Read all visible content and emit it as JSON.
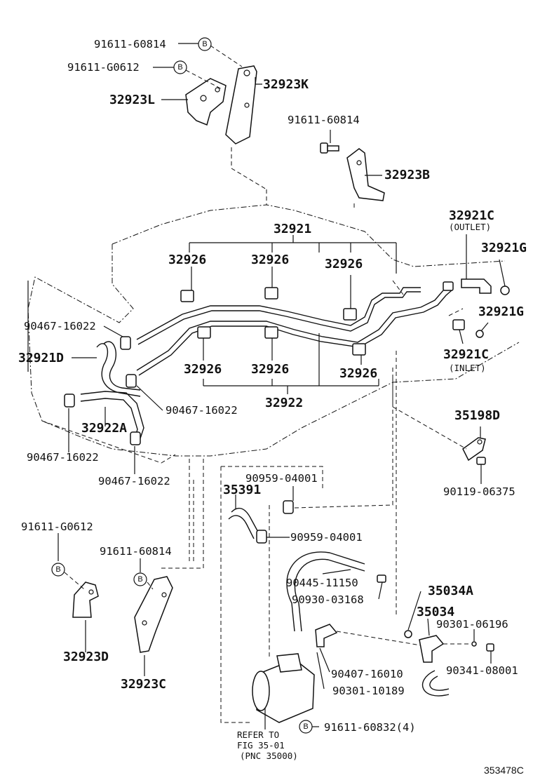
{
  "figure_id": "353478C",
  "callout_symbol": "B",
  "labels": {
    "p_91611_60814_top": "91611-60814",
    "p_91611_G0612_top": "91611-G0612",
    "p_32923K": "32923K",
    "p_32923L": "32923L",
    "p_91611_60814_mid": "91611-60814",
    "p_32923B": "32923B",
    "p_32921": "32921",
    "p_32921C_outlet": "32921C",
    "outlet_note": "(OUTLET)",
    "p_32921G_1": "32921G",
    "p_32921G_2": "32921G",
    "p_32921C_inlet": "32921C",
    "inlet_note": "(INLET)",
    "p_32926_1": "32926",
    "p_32926_2": "32926",
    "p_32926_3": "32926",
    "p_32926_4": "32926",
    "p_32926_5": "32926",
    "p_32926_6": "32926",
    "p_32922": "32922",
    "p_90467_1": "90467-16022",
    "p_32921D": "32921D",
    "p_90467_2": "90467-16022",
    "p_32922A": "32922A",
    "p_90467_3": "90467-16022",
    "p_90467_4": "90467-16022",
    "p_35198D": "35198D",
    "p_90119": "90119-06375",
    "p_90959_1": "90959-04001",
    "p_35391": "35391",
    "p_90959_2": "90959-04001",
    "p_91611_G0612_bot": "91611-G0612",
    "p_91611_60814_bot": "91611-60814",
    "p_90445": "90445-11150",
    "p_90930": "90930-03168",
    "p_35034A": "35034A",
    "p_35034": "35034",
    "p_90301_06196": "90301-06196",
    "p_32923D": "32923D",
    "p_32923C": "32923C",
    "p_90407": "90407-16010",
    "p_90341": "90341-08001",
    "p_90301_10189": "90301-10189",
    "p_91611_60832": "91611-60832(4)",
    "refer_line1": "REFER TO",
    "refer_line2": "FIG 35-01",
    "refer_line3": "(PNC 35000)"
  }
}
